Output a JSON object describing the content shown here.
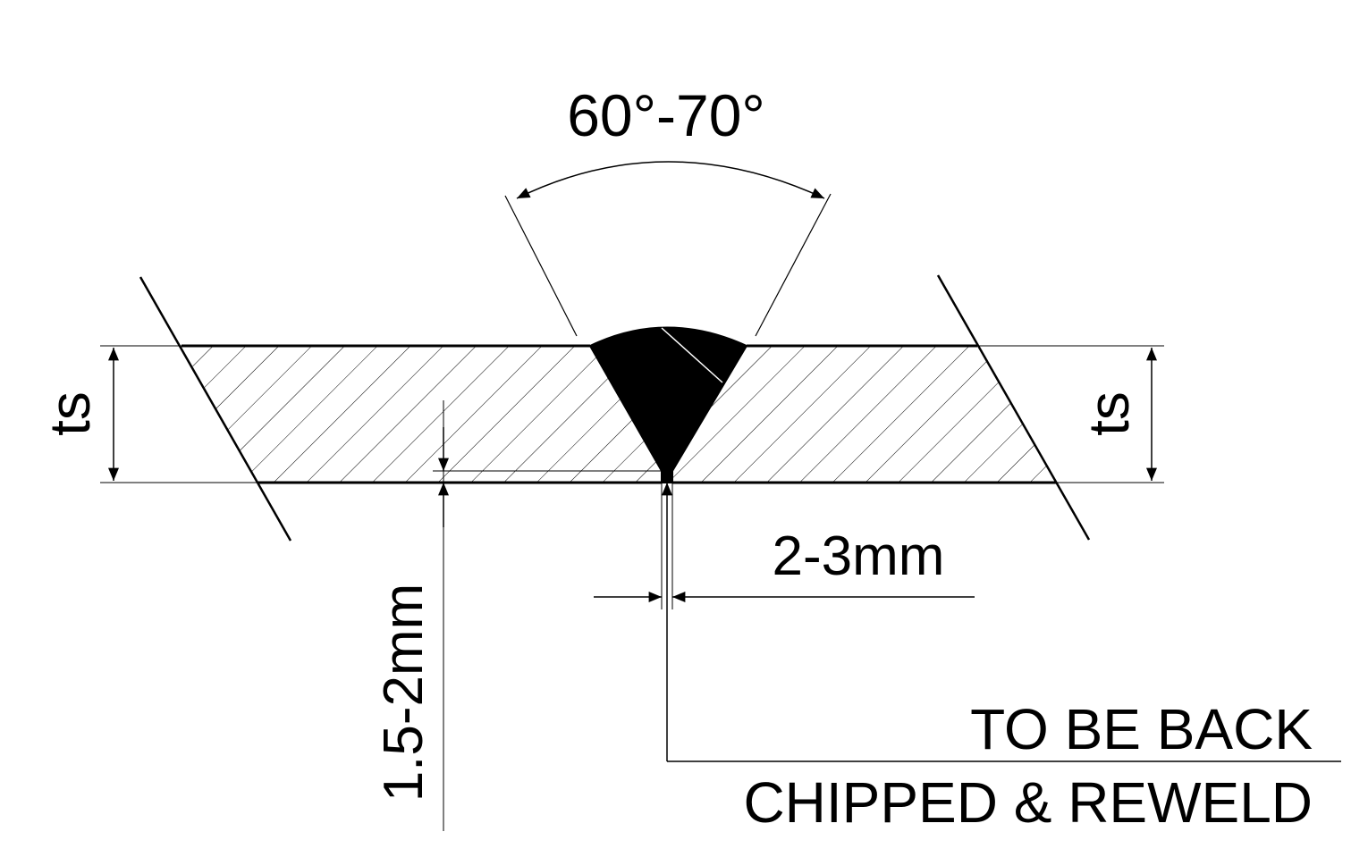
{
  "labels": {
    "groove_angle": "60°-70°",
    "thickness_left": "ts",
    "thickness_right": "ts",
    "root_gap": "2-3mm",
    "root_face": "1.5-2mm",
    "note_line1": "TO BE BACK",
    "note_line2": "CHIPPED & REWELD"
  },
  "colors": {
    "line": "#000000",
    "weld_fill": "#000000",
    "background": "#ffffff"
  }
}
